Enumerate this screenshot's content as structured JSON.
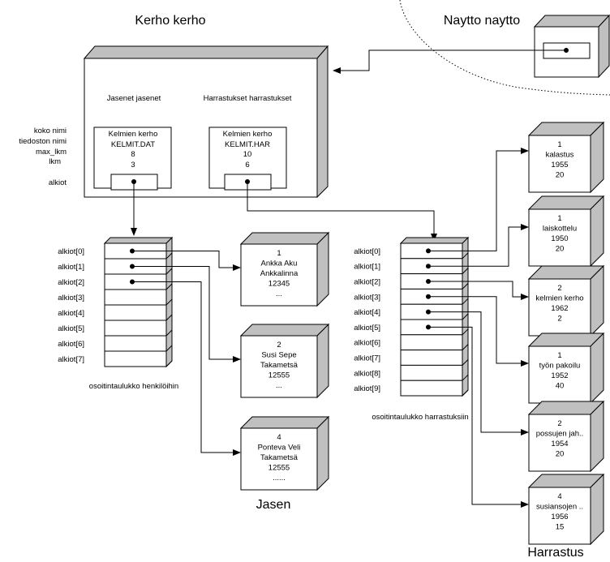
{
  "diagram": {
    "colors": {
      "line": "#000000",
      "box_fill": "#ffffff",
      "side_fill": "#c0c0c0"
    },
    "kerho": {
      "title": "Kerho kerho",
      "field_labels": [
        "koko nimi",
        "tiedoston nimi",
        "max_lkm",
        "lkm",
        "alkiot"
      ],
      "jasenet": {
        "title": "Jasenet jasenet",
        "values": [
          "Kelmien kerho",
          "KELMIT.DAT",
          "8",
          "3"
        ]
      },
      "harrastukset": {
        "title": "Harrastukset harrastukset",
        "values": [
          "Kelmien kerho",
          "KELMIT.HAR",
          "10",
          "6"
        ]
      }
    },
    "naytto": {
      "title": "Naytto naytto"
    },
    "jasen_array": {
      "caption": "osoitintaulukko henkilöihin",
      "slots": [
        "alkiot[0]",
        "alkiot[1]",
        "alkiot[2]",
        "alkiot[3]",
        "alkiot[4]",
        "alkiot[5]",
        "alkiot[6]",
        "alkiot[7]"
      ],
      "filled": [
        0,
        1,
        2
      ]
    },
    "harrastus_array": {
      "caption": "osoitintaulukko harrastuksiin",
      "slots": [
        "alkiot[0]",
        "alkiot[1]",
        "alkiot[2]",
        "alkiot[3]",
        "alkiot[4]",
        "alkiot[5]",
        "alkiot[6]",
        "alkiot[7]",
        "alkiot[8]",
        "alkiot[9]"
      ],
      "filled": [
        0,
        1,
        2,
        3,
        4,
        5
      ]
    },
    "jasenet_objects": {
      "class_label": "Jasen",
      "items": [
        {
          "lines": [
            "1",
            "Ankka Aku",
            "Ankkalinna",
            "12345",
            "..."
          ]
        },
        {
          "lines": [
            "2",
            "Susi Sepe",
            "Takametsä",
            "12555",
            "..."
          ]
        },
        {
          "lines": [
            "4",
            "Ponteva Veli",
            "Takametsä",
            "12555",
            "......"
          ]
        }
      ]
    },
    "harrastus_objects": {
      "class_label": "Harrastus",
      "items": [
        {
          "lines": [
            "1",
            "kalastus",
            "1955",
            "20"
          ]
        },
        {
          "lines": [
            "1",
            "laiskottelu",
            "1950",
            "20"
          ]
        },
        {
          "lines": [
            "2",
            "kelmien kerho",
            "1962",
            "2"
          ]
        },
        {
          "lines": [
            "1",
            "työn pakoilu",
            "1952",
            "40"
          ]
        },
        {
          "lines": [
            "2",
            "possujen jah..",
            "1954",
            "20"
          ]
        },
        {
          "lines": [
            "4",
            "susiansojen ..",
            "1956",
            "15"
          ]
        }
      ]
    }
  }
}
